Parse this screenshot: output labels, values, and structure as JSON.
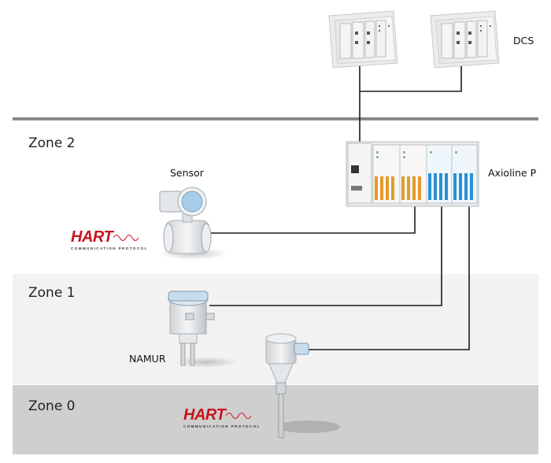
{
  "zones": [
    {
      "label": "Zone 2"
    },
    {
      "label": "Zone 1"
    },
    {
      "label": "Zone 0"
    }
  ],
  "devices": {
    "dcs": "DCS",
    "axioline": "Axioline P",
    "sensor": "Sensor",
    "namur": "NAMUR"
  },
  "hart_logo": {
    "word": "HART",
    "tagline": "COMMUNICATION PROTOCOL"
  },
  "colors": {
    "zone_divider": "#8a8a8a",
    "zone1_bg": "#f2f2f2",
    "zone0_bg": "#cfcfcf",
    "hart_red": "#c8141e",
    "module_blue": "#2a8fd6",
    "module_orange": "#e39a2a",
    "wire": "#1a1a1a"
  }
}
